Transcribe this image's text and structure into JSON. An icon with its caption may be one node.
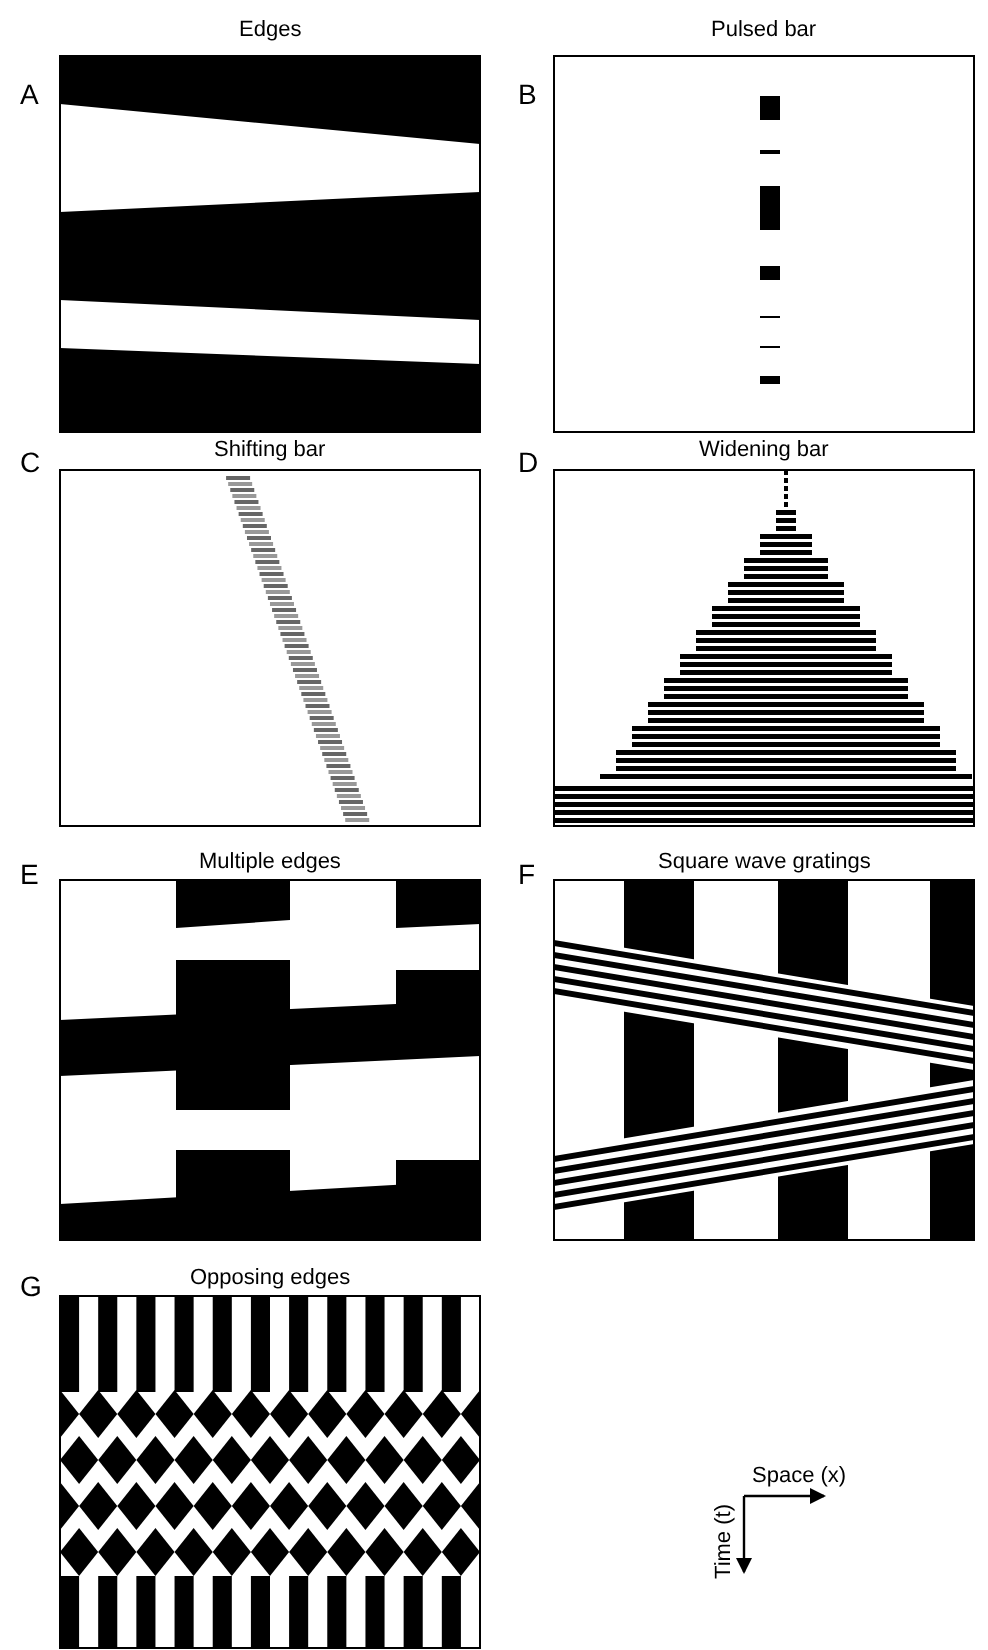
{
  "diagram": {
    "labels": [
      "A",
      "Edges",
      "B",
      "Pulsed bar",
      "C",
      "Shifting bar",
      "D",
      "Widening bar",
      "E",
      "Multiple edges",
      "F",
      "Square wave gratings",
      "G",
      "Opposing edges",
      "Space (x)",
      "Time (t)"
    ]
  }
}
